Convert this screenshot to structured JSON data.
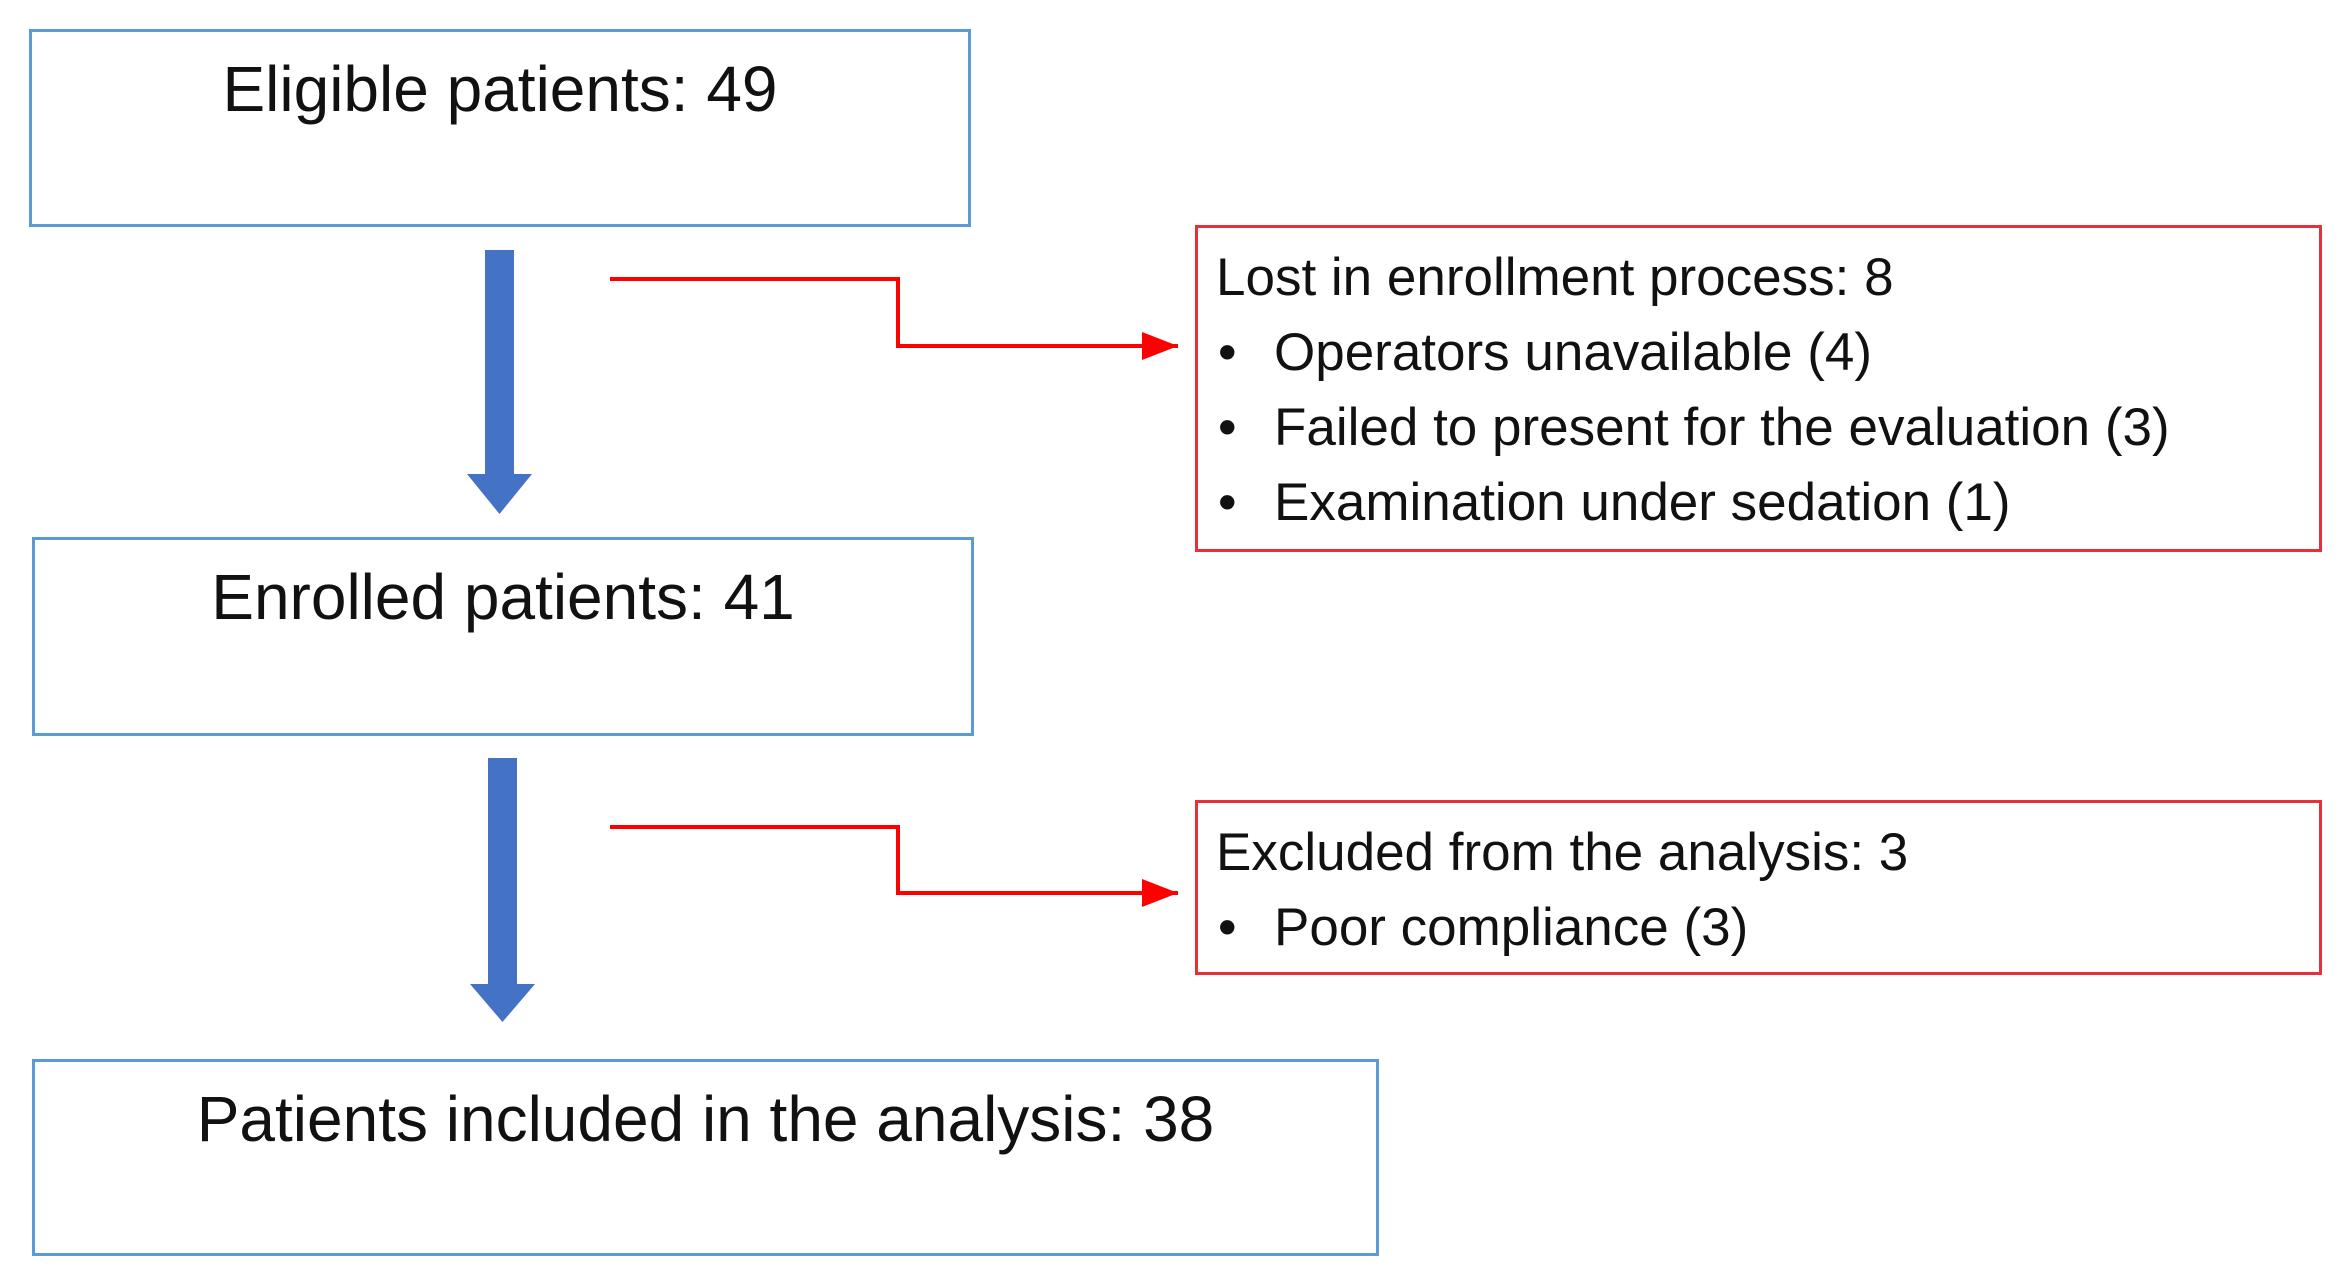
{
  "boxes": {
    "eligible": "Eligible  patients: 49",
    "enrolled": "Enrolled  patients: 41",
    "included": "Patients included  in the analysis: 38"
  },
  "side_boxes": {
    "lost": {
      "heading": "Lost in enrollment process: 8",
      "items": [
        "Operators unavailable  (4)",
        "Failed to present for the evaluation   (3)",
        "Examination under sedation  (1)"
      ]
    },
    "excluded": {
      "heading": "Excluded from the analysis: 3",
      "items": [
        "Poor compliance (3)"
      ]
    }
  },
  "bullet_glyph": "•",
  "colors": {
    "main_box_border": "#5b9bd5",
    "flow_arrow": "#4472c4",
    "side_box_border": "#e8303a",
    "connector": "#ff0000"
  }
}
